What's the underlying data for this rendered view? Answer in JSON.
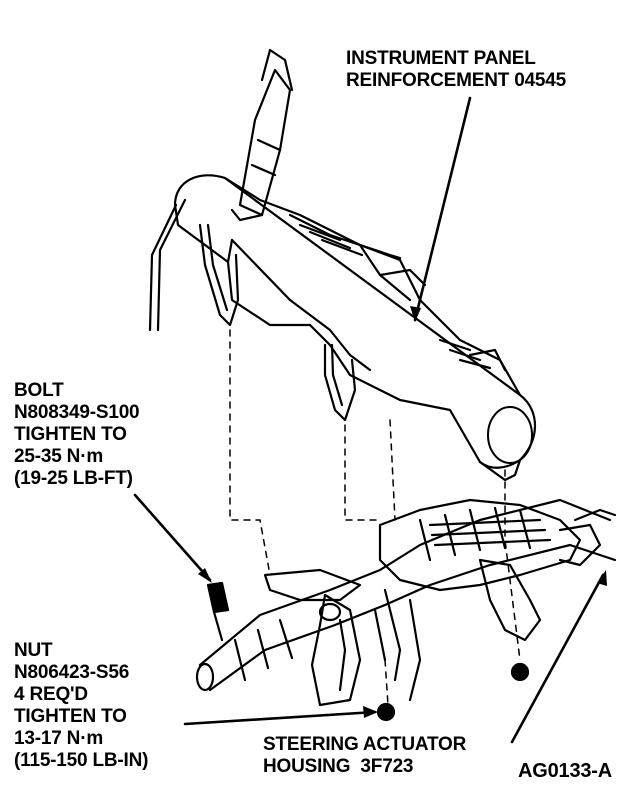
{
  "figure_code": "AG0133-A",
  "callouts": {
    "panel": {
      "lines": [
        "INSTRUMENT PANEL",
        "REINFORCEMENT 04545"
      ]
    },
    "bolt": {
      "lines": [
        "BOLT",
        "N808349-S100",
        "TIGHTEN TO",
        "25-35 N·m",
        "(19-25 LB-FT)"
      ]
    },
    "nut": {
      "lines": [
        "NUT",
        "N806423-S56",
        "4 REQ'D",
        "TIGHTEN TO",
        "13-17 N·m",
        "(115-150 LB-IN)"
      ]
    },
    "actuator": {
      "lines": [
        "STEERING ACTUATOR",
        "HOUSING  3F723"
      ]
    }
  },
  "colors": {
    "ink": "#000000",
    "paper": "#ffffff"
  }
}
